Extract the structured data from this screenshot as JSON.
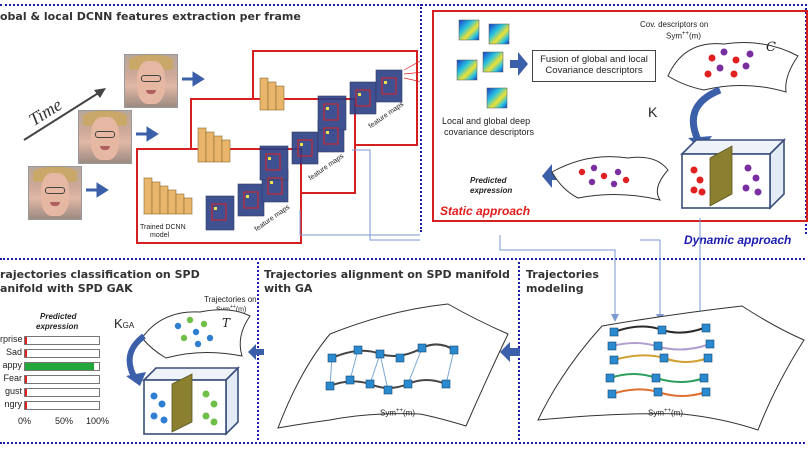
{
  "panels": {
    "top_title": "obal & local DCNN features extraction per frame",
    "static_label": "Static approach",
    "dynamic_label": "Dynamic approach",
    "classification_title_line1": "rajectories classification on SPD",
    "classification_title_line2": "anifold with SPD GAK",
    "alignment_title_line1": "Trajectories alignment on SPD manifold",
    "alignment_title_line2": "with GA",
    "modeling_title_line1": "Trajectories",
    "modeling_title_line2": "modeling"
  },
  "time_label": "Time",
  "cnn": {
    "trained_label_1": "Trained DCNN",
    "trained_label_2": "model",
    "feature_maps": "feature maps"
  },
  "static": {
    "fusion_line1": "Fusion of global and local",
    "fusion_line2": "Covariance descriptors",
    "deep_cov_line1": "Local and global deep",
    "deep_cov_line2": "covariance descriptors",
    "cov_desc_line1": "Cov. descriptors on",
    "cov_desc_line2": "Sym",
    "cov_desc_sup": "++",
    "cov_desc_m": "(m)",
    "manifold_symbol": "C",
    "kernel": "K",
    "predicted_line1": "Predicted",
    "predicted_line2": "expression"
  },
  "classification": {
    "kernel_main": "K",
    "kernel_sub": "GA",
    "traj_on_line1": "Trajectories on",
    "traj_on_line2": "Sym",
    "traj_on_sup": "++",
    "traj_on_m": "(m)",
    "manifold_symbol": "T",
    "predicted_line1": "Predicted",
    "predicted_line2": "expression",
    "classes": [
      {
        "label": "rprise",
        "value": 0.03,
        "color": "#e02020"
      },
      {
        "label": "Sad",
        "value": 0.03,
        "color": "#e02020"
      },
      {
        "label": "appy",
        "value": 0.93,
        "color": "#22a83a"
      },
      {
        "label": "Fear",
        "value": 0.03,
        "color": "#e02020"
      },
      {
        "label": "gust",
        "value": 0.03,
        "color": "#e02020"
      },
      {
        "label": "ngry",
        "value": 0.03,
        "color": "#e02020"
      }
    ],
    "axis": [
      "0%",
      "50%",
      "100%"
    ]
  },
  "alignment": {
    "sym": "Sym",
    "sup": "++",
    "m": "(m)"
  },
  "modeling": {
    "sym": "Sym",
    "sup": "++",
    "m": "(m)"
  },
  "colors": {
    "red_frame": "#d62020",
    "blue_dotted": "#1b1bb0",
    "arrow_blue": "#3b5fa8",
    "bar_green": "#22a83a",
    "bar_red": "#e02020"
  }
}
